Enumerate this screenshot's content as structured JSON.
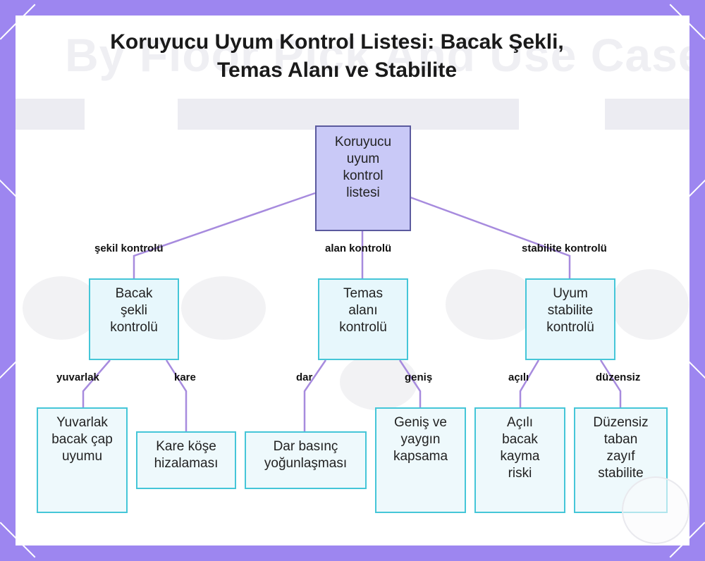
{
  "title": "Koruyucu Uyum Kontrol Listesi: Bacak Şekli, Temas Alanı ve Stabilite",
  "background_text": "By Floor Pick And Use Case",
  "colors": {
    "frame": "#9d86f0",
    "root_fill": "#c9c9f7",
    "root_border": "#5b5a9e",
    "node_fill": "#e7f7fc",
    "node_border": "#45c6d8",
    "edge": "#a78bde"
  },
  "nodes": {
    "root": "Koruyucu uyum kontrol listesi",
    "shape": "Bacak şekli kontrolü",
    "area": "Temas alanı kontrolü",
    "stability": "Uyum stabilite kontrolü",
    "round": "Yuvarlak bacak çap uyumu",
    "square": "Kare köşe hizalaması",
    "narrow": "Dar basınç yoğunlaşması",
    "wide": "Geniş ve yaygın kapsama",
    "angled": "Açılı bacak kayma riski",
    "irregular": "Düzensiz taban zayıf stabilite"
  },
  "edge_labels": {
    "shape": "şekil kontrolü",
    "area": "alan kontrolü",
    "stability": "stabilite kontrolü",
    "round": "yuvarlak",
    "square": "kare",
    "narrow": "dar",
    "wide": "geniş",
    "angled": "açılı",
    "irregular": "düzensiz"
  }
}
